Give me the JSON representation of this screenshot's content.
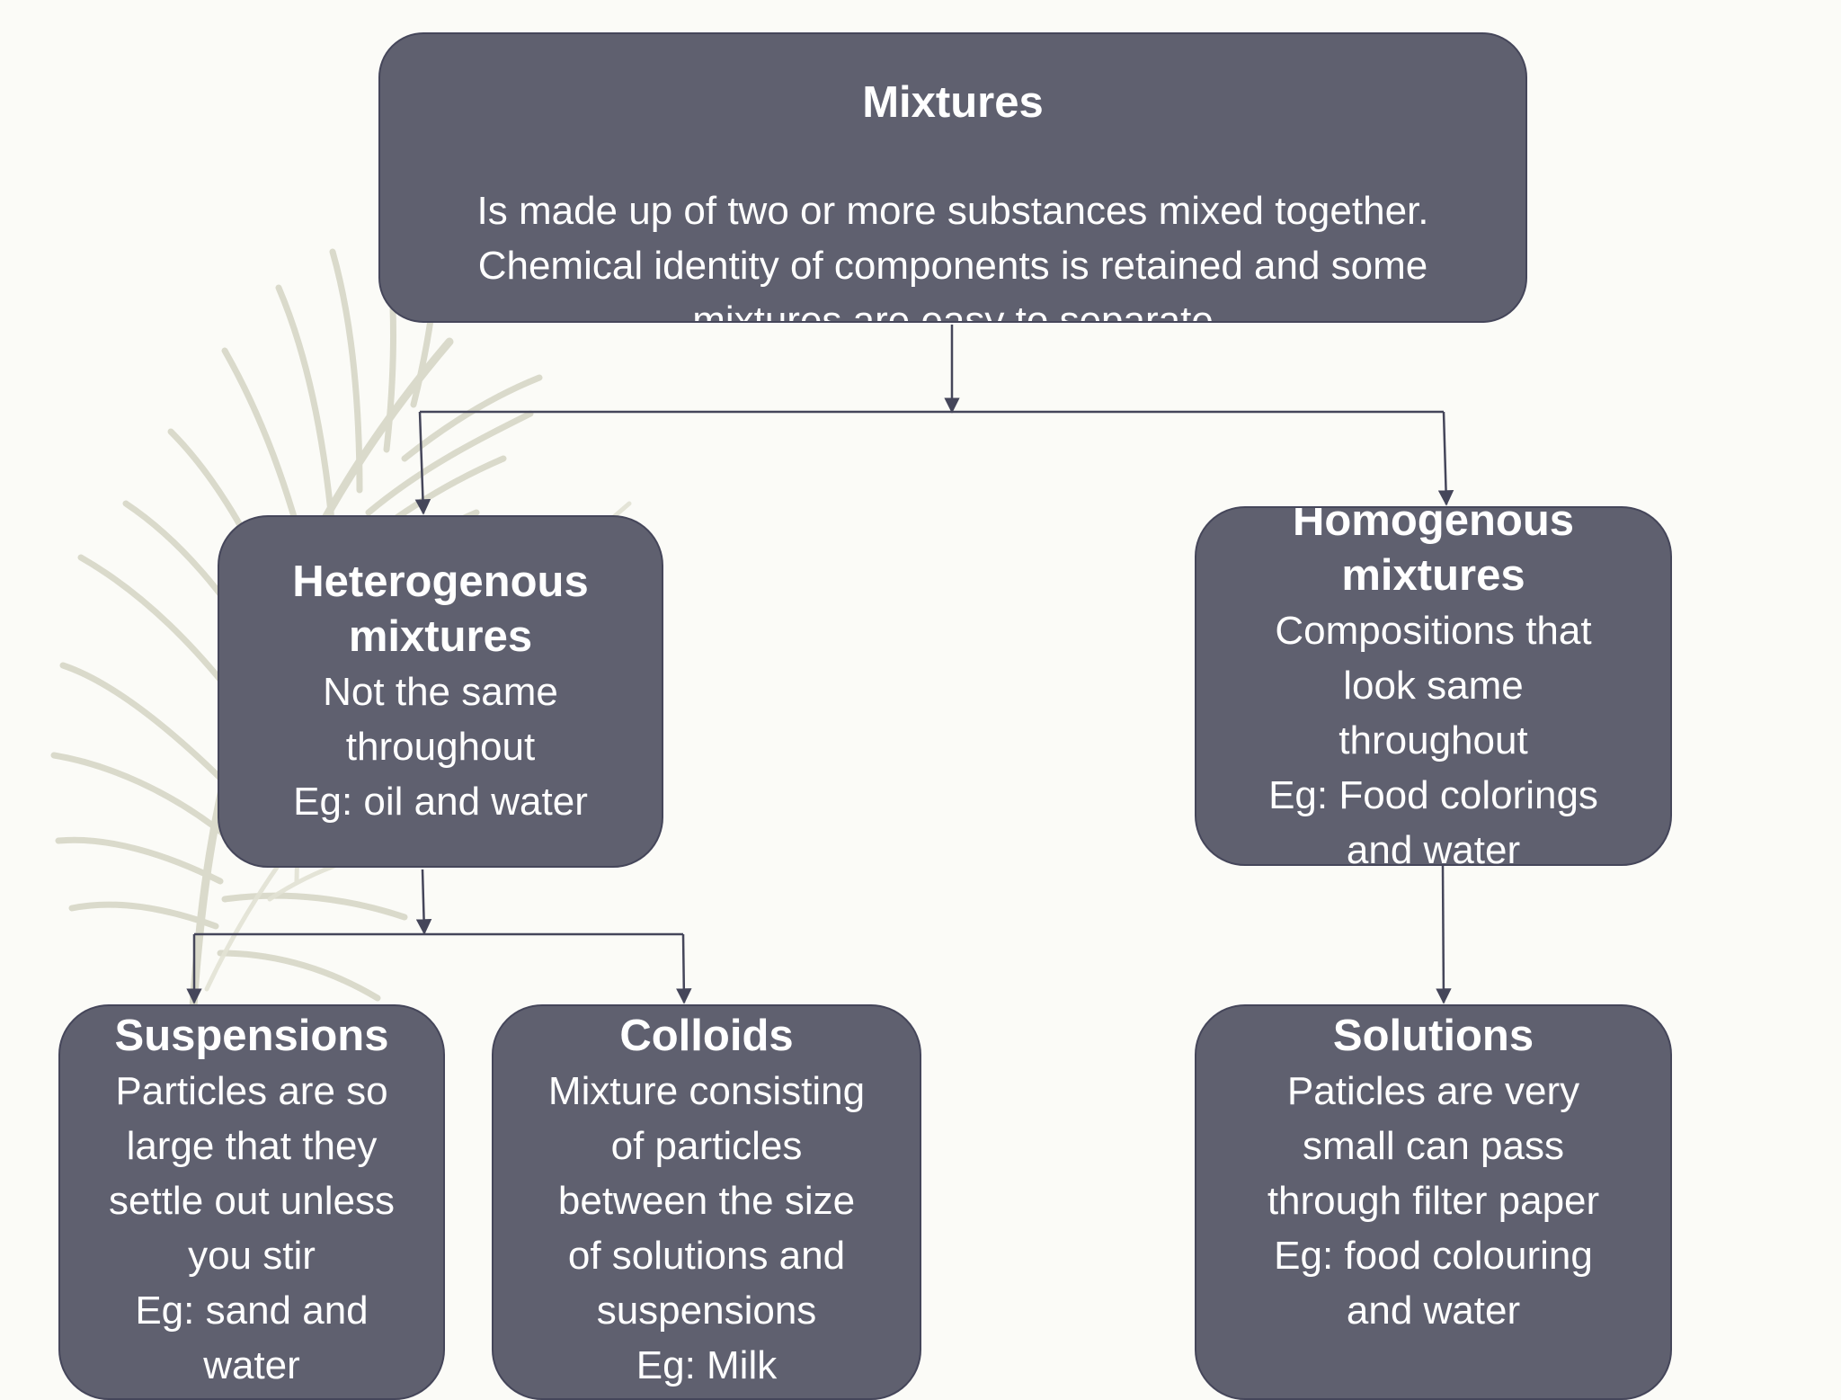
{
  "diagram": {
    "root": {
      "title": "Mixtures",
      "body": "Is made up of two or more substances mixed together.\nChemical identity of components is retained and some\nmixtures are easy to separate"
    },
    "heterogeneous": {
      "title": "Heterogenous\nmixtures",
      "body": "Not the same\nthroughout\nEg: oil and water"
    },
    "homogeneous": {
      "title": "Homogenous\nmixtures",
      "body": "Compositions that\nlook same\nthroughout\nEg: Food colorings\nand water"
    },
    "suspensions": {
      "title": "Suspensions",
      "body": "Particles are so\nlarge that they\nsettle out unless\nyou stir\nEg: sand and\nwater"
    },
    "colloids": {
      "title": "Colloids",
      "body": "Mixture consisting\nof particles\nbetween the size\nof solutions and\nsuspensions\nEg: Milk"
    },
    "solutions": {
      "title": "Solutions",
      "body": "Paticles are very\nsmall can pass\nthrough filter paper\nEg: food colouring\nand water"
    }
  },
  "colors": {
    "node_fill": "#5f606f",
    "node_border": "#45465a",
    "connector": "#45465a",
    "background": "#fbfbf7",
    "decor_leaf": "#d6d6c6"
  },
  "decor": {
    "icon": "feather-icon"
  }
}
